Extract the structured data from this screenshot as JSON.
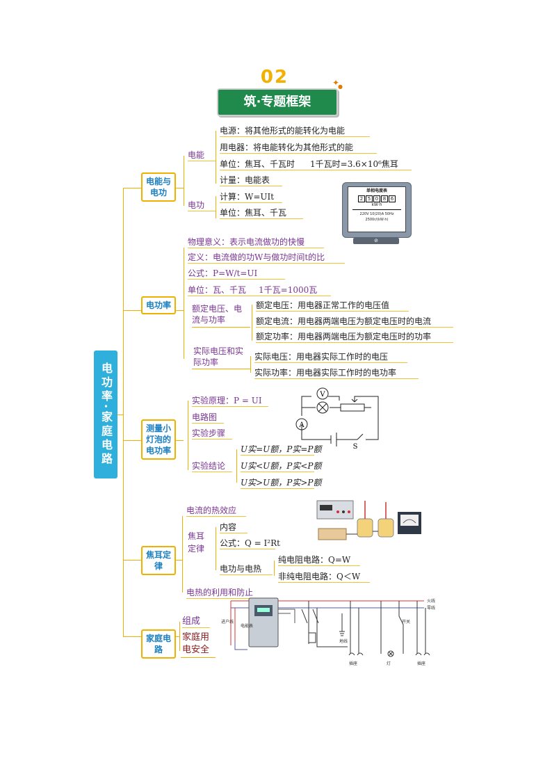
{
  "header": {
    "number": "02",
    "title": "筑·专题框架"
  },
  "root": {
    "label": "电功率·家庭电路"
  },
  "sections": {
    "s1": {
      "title": "电能与电功"
    },
    "s2": {
      "title": "电功率"
    },
    "s3": {
      "title": "测量小灯泡的电功率"
    },
    "s4": {
      "title": "焦耳定律"
    },
    "s5": {
      "title": "家庭电路"
    }
  },
  "s1": {
    "dianneng": "电能",
    "diangong": "电功",
    "source": "电源：将其他形式的能转化为电能",
    "appliance": "用电器：将电能转化为其他形式的能",
    "unit": "单位：焦耳、千瓦时",
    "unit_conv": "1千瓦时=3.6×10⁶焦耳",
    "meter": "计量：电能表",
    "calc": "计算：W=UIt",
    "unit2": "单位：焦耳、千瓦"
  },
  "meter_img": {
    "title": "单相电度表",
    "digits": [
      "2",
      "5",
      "0",
      "8",
      "6"
    ],
    "unit": "kW·h",
    "rating": "220V 10(20)A 50Hz",
    "rev": "2500r/(kW·h)",
    "knob": "⊘"
  },
  "s2": {
    "meaning": "物理意义：表示电流做功的快慢",
    "definition": "定义：电流做的功W与做功时间t的比",
    "formula": "公式：P=W/t=UI",
    "unit": "单位：瓦、千瓦",
    "unit_conv": "1千瓦=1000瓦",
    "rated_label": "额定电压、电流与功率",
    "rated_v": "额定电压：用电器正常工作的电压值",
    "rated_i": "额定电流：用电器两端电压为额定电压时的电流",
    "rated_p": "额定功率：用电器两端电压为额定电压时的功率",
    "actual_label": "实际电压和实际功率",
    "actual_v": "实际电压：用电器实际工作时的电压",
    "actual_p": "实际功率：用电器实际工作时的电功率"
  },
  "s3": {
    "principle": "实验原理：P = UI",
    "circuit": "电路图",
    "steps": "实验步骤",
    "conclusion": "实验结论",
    "c1": "U实=U额，P实=P额",
    "c2": "U实<U额，P实<P额",
    "c3": "U实>U额，P实>P额",
    "circ_v": "V",
    "circ_a": "A",
    "circ_s": "S"
  },
  "s4": {
    "heat_effect": "电流的热效应",
    "law": "焦耳定律",
    "content": "内容",
    "formula": "公式：Q = I²Rt",
    "work_heat": "电功与电热",
    "pure": "纯电阻电路：Q=W",
    "nonpure": "非纯电阻电路：Q＜W",
    "uses": "电热的利用和防止"
  },
  "s5": {
    "compose": "组成",
    "safety": "家庭用电安全",
    "img": {
      "live": "火线",
      "neutral": "零线",
      "in": "进户线",
      "meter": "电能表",
      "ground": "地线",
      "switch": "开关",
      "socket1": "插座",
      "lamp": "灯",
      "socket2": "插座"
    }
  },
  "colors": {
    "accent": "#f0b000",
    "root": "#2fb0dc",
    "banner": "#1f8a4c",
    "purple": "#7a3594",
    "blue": "#1b7fc0"
  }
}
